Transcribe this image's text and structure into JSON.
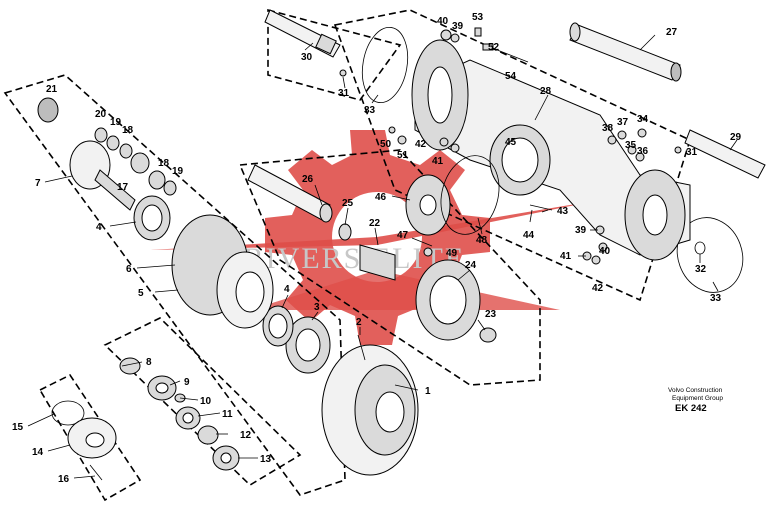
{
  "watermark": {
    "text": "DRIVERS  ELITE",
    "gear_color": "#d9302a"
  },
  "caption": {
    "company_line1": "Volvo Construction",
    "company_line2": "Equipment Group",
    "code": "EK 242"
  },
  "callouts": {
    "c1": "1",
    "c2": "2",
    "c3": "3",
    "c4a": "4",
    "c4b": "4",
    "c5": "5",
    "c6": "6",
    "c7": "7",
    "c8": "8",
    "c9": "9",
    "c10": "10",
    "c11": "11",
    "c12": "12",
    "c13": "13",
    "c14": "14",
    "c15": "15",
    "c16": "16",
    "c17": "17",
    "c18a": "18",
    "c18b": "18",
    "c19a": "19",
    "c19b": "19",
    "c20": "20",
    "c21": "21",
    "c22": "22",
    "c23": "23",
    "c24": "24",
    "c25": "25",
    "c26": "26",
    "c27": "27",
    "c28": "28",
    "c29": "29",
    "c30": "30",
    "c31a": "31",
    "c31b": "31",
    "c32": "32",
    "c33a": "33",
    "c33b": "33",
    "c34": "34",
    "c35": "35",
    "c36": "36",
    "c37": "37",
    "c38": "38",
    "c39a": "39",
    "c39b": "39",
    "c40a": "40",
    "c40b": "40",
    "c41a": "41",
    "c41b": "41",
    "c42a": "42",
    "c42b": "42",
    "c43": "43",
    "c44": "44",
    "c45": "45",
    "c46": "46",
    "c47": "47",
    "c48": "48",
    "c49": "49",
    "c50": "50",
    "c51": "51",
    "c52": "52",
    "c53": "53",
    "c54": "54"
  }
}
